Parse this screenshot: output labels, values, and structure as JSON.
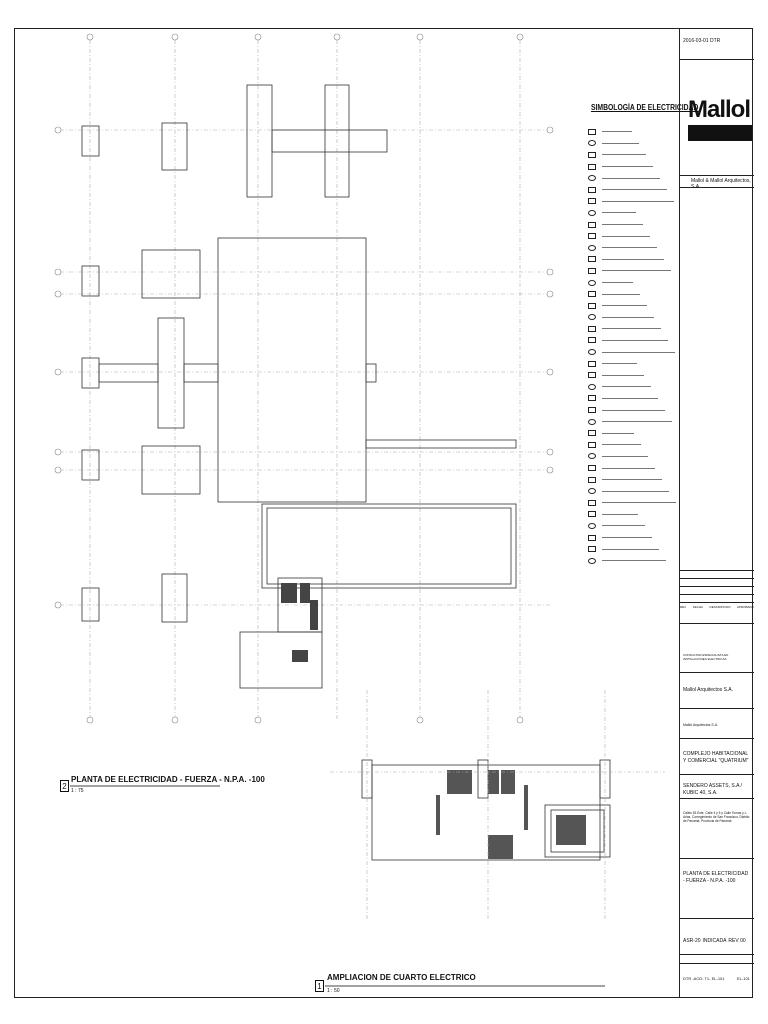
{
  "title_block": {
    "stamp": "2016-03-01 DTR",
    "logo": "Mallol",
    "firm": "Mallol & Mallol Arquitectos, S.A.",
    "revisions_header": [
      "REV",
      "FECHA",
      "DESCRIPCION",
      "APROBADO"
    ],
    "client_note": "CONSULTOR ESPECIALISTA EN INSTALACIONES ELECTRICAS",
    "architect": "Mallol Arquitectos S.A.",
    "architect_small": "Mallol Arquitectos S.A.",
    "project": "COMPLEJO HABITACIONAL Y COMERCIAL \"QUATRIUM\"",
    "owner": "SENDERO ASSETS, S.A / KUBIC 40, S.A.",
    "location": "Calles 53 Este, Calle 4 y 5 y Calle Tomas y L. Arias, Corregimiento de San Francisco, Distrito de Panamá, Provincia de Panamá",
    "sheet_title": "PLANTA DE ELECTRICIDAD - FUERZA - N.P.A. -100",
    "fields": [
      "ASR-20",
      "INDICADA",
      "REV 00"
    ],
    "sheet_code": "DTR -ACD- T1- EL-101",
    "sheet_no": "EL-101"
  },
  "legend": {
    "title": "SIMBOLOGÍA DE ELECTRICIDAD"
  },
  "views": {
    "plan": {
      "number": "2",
      "title": "PLANTA DE ELECTRICIDAD - FUERZA - N.P.A. -100",
      "scale": "1 : 75"
    },
    "detail": {
      "number": "1",
      "title": "AMPLIACION DE CUARTO ELECTRICO",
      "scale": "1 : 50"
    }
  },
  "colors": {
    "line": "#222222",
    "grid": "#9a9a9a",
    "fill": "#555555"
  }
}
